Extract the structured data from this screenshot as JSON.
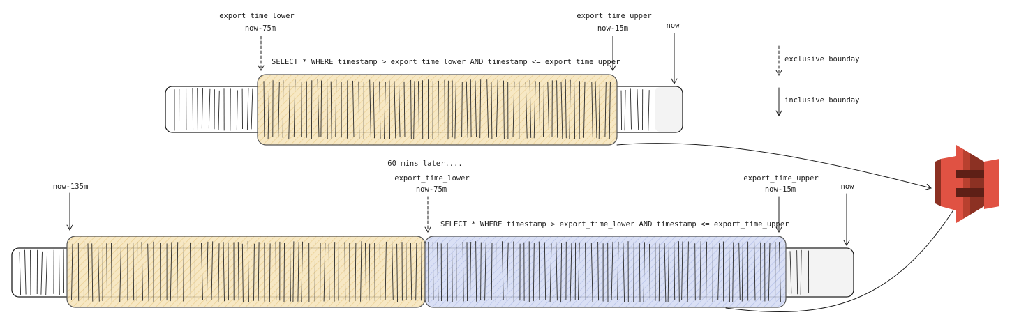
{
  "top": {
    "lower_name": "export_time_lower",
    "lower_value": "now-75m",
    "upper_name": "export_time_upper",
    "upper_value": "now-15m",
    "now": "now",
    "query": "SELECT * WHERE timestamp > export_time_lower AND timestamp <= export_time_upper"
  },
  "legend": {
    "exclusive": "exclusive bounday",
    "inclusive": "inclusive bounday"
  },
  "later_note": "60 mins later....",
  "bottom": {
    "earliest": "now-135m",
    "lower_name": "export_time_lower",
    "lower_value": "now-75m",
    "upper_name": "export_time_upper",
    "upper_value": "now-15m",
    "now": "now",
    "query": "SELECT * WHERE timestamp > export_time_lower AND timestamp <= export_time_upper"
  },
  "colors": {
    "exported_fill": "#f2d9a0",
    "new_export_fill": "#b8c4ea",
    "bucket_icon": "#e05243",
    "bucket_dark": "#8c3123",
    "ink": "#1e1e1e"
  },
  "icons": {
    "destination": "s3-bucket-icon"
  }
}
